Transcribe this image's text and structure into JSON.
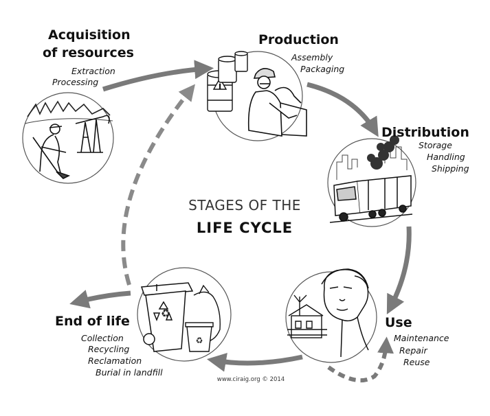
{
  "center": {
    "line1": "STAGES OF THE",
    "line2": "LIFE CYCLE"
  },
  "stages": {
    "acquisition": {
      "title1": "Acquisition",
      "title2": "of resources",
      "items": [
        "Extraction",
        "Processing"
      ]
    },
    "production": {
      "title": "Production",
      "items": [
        "Assembly",
        "Packaging"
      ]
    },
    "distribution": {
      "title": "Distribution",
      "items": [
        "Storage",
        "Handling",
        "Shipping"
      ]
    },
    "use": {
      "title": "Use",
      "items": [
        "Maintenance",
        "Repair",
        "Reuse"
      ]
    },
    "end_of_life": {
      "title": "End of life",
      "items": [
        "Collection",
        "Recycling",
        "Reclamation",
        "Burial in landfill"
      ]
    }
  },
  "credit": "www.ciraig.org © 2014",
  "colors": {
    "arrow": "#7a7a7a",
    "arrow_light": "#9a9a9a",
    "ink": "#111111",
    "circle": "#555555"
  }
}
